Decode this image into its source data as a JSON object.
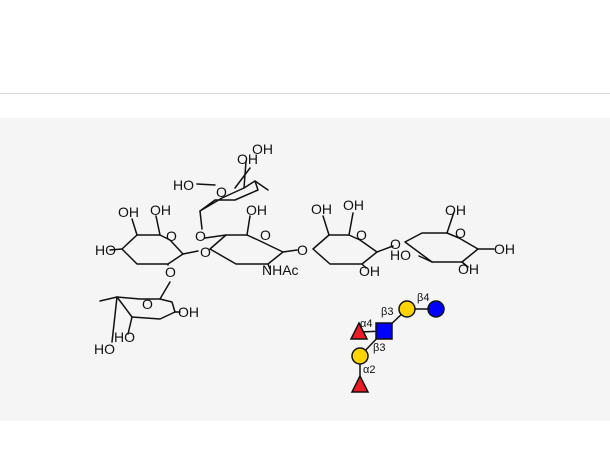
{
  "structure": {
    "atom_labels": {
      "oh_fuc_top_1": "OH",
      "oh_fuc_top_2": "OH",
      "ho_fuc_top": "HO",
      "o_ring_fuc_top": "O",
      "oh_gal_left_top": "OH",
      "oh_gal_left_ch2": "OH",
      "ho_gal_left": "HO",
      "o_ring_gal_left": "O",
      "o_link_gal_glcnac": "O",
      "o_link_fuc_gal_left": "O",
      "o_link_fuc_top": "O",
      "oh_glcnac_ch2": "OH",
      "o_ring_glcnac": "O",
      "nhac_glcnac": "NHAc",
      "o_link_glcnac_gal": "O",
      "oh_gal_mid_top": "OH",
      "oh_gal_mid_ch2": "OH",
      "o_ring_gal_mid": "O",
      "oh_gal_mid_bottom": "OH",
      "o_link_gal_glc": "O",
      "oh_glc_ch2": "OH",
      "o_ring_glc": "O",
      "ho_glc": "HO",
      "oh_glc_bottom": "OH",
      "oh_glc_anomeric": "OH",
      "o_ring_fuc_bottom": "O",
      "oh_fuc_bottom_1": "OH",
      "ho_fuc_bottom_1": "HO",
      "ho_fuc_bottom_2": "HO"
    },
    "colors": {
      "bond": "#111111",
      "panel": "#f5f5f5"
    }
  },
  "snfg": {
    "linkage_labels": {
      "alpha4": "α4",
      "beta3_top": "β3",
      "beta4": "β4",
      "beta3_bottom": "β3",
      "alpha2": "α2"
    },
    "colors": {
      "galactose": "#ffd400",
      "glucose": "#0000ff",
      "glcnac": "#0000ff",
      "fucose": "#ed1c24"
    }
  }
}
